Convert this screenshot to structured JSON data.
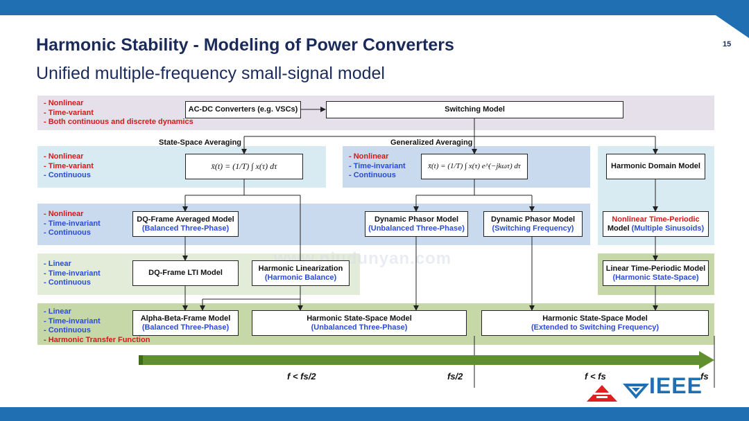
{
  "slide": {
    "title": "Harmonic Stability - Modeling of Power Converters",
    "subtitle": "Unified multiple-frequency small-signal model",
    "page_number": "15",
    "watermark": "www.niudunyan.com",
    "logo_text": "IEEE"
  },
  "colors": {
    "band_row1": "#e6e0ea",
    "band_row2": "#d8eaf2",
    "band_row3": "#c9d9ee",
    "band_row4": "#e3ecd8",
    "band_row5": "#c7d8a8",
    "arrow_green": "#5f8f2f",
    "red_text": "#d21a1a",
    "blue_text": "#2a4bd7",
    "title": "#1a2a5a"
  },
  "rows": {
    "row1": [
      "- Nonlinear",
      "- Time-variant",
      "- Both continuous and discrete dynamics"
    ],
    "row2_left": [
      "- Nonlinear",
      "- Time-variant",
      "- Continuous"
    ],
    "row2_mid": [
      "- Nonlinear",
      "- Time-invariant",
      "- Continuous"
    ],
    "row3": [
      "- Nonlinear",
      "- Time-invariant",
      "- Continuous"
    ],
    "row4": [
      "- Linear",
      "- Time-invariant",
      "- Continuous"
    ],
    "row5": [
      "- Linear",
      "- Time-invariant",
      "- Continuous",
      "- Harmonic Transfer Function"
    ]
  },
  "headers": {
    "state_space_averaging": "State-Space Averaging",
    "generalized_averaging": "Generalized Averaging"
  },
  "boxes": {
    "acdc": "AC-DC Converters (e.g. VSCs)",
    "switching": "Switching Model",
    "eq_ssa": "x̄(t) = (1/T) ∫ x(τ) dτ",
    "eq_ga": "x̄(t) = (1/T) ∫ x(τ) e^(−jkωτ) dτ",
    "harmonic_domain": "Harmonic Domain Model",
    "dq_avg": {
      "line1": "DQ-Frame Averaged Model",
      "line2": "(Balanced Three-Phase)"
    },
    "dp_unbal": {
      "line1": "Dynamic Phasor Model",
      "line2": "(Unbalanced Three-Phase)"
    },
    "dp_sw": {
      "line1": "Dynamic Phasor Model",
      "line2": "(Switching Frequency)"
    },
    "nltp": {
      "line1": "Nonlinear Time-Periodic",
      "line2a": "Model ",
      "line2b": "(Multiple Sinusoids)"
    },
    "dq_lti": "DQ-Frame LTI Model",
    "harm_lin": {
      "line1": "Harmonic Linearization",
      "line2": "(Harmonic Balance)"
    },
    "ltp": {
      "line1": "Linear Time-Periodic Model",
      "line2": "(Harmonic State-Space)"
    },
    "abf": {
      "line1": "Alpha-Beta-Frame Model",
      "line2": "(Balanced Three-Phase)"
    },
    "hss_unbal": {
      "line1": "Harmonic State-Space Model",
      "line2": "(Unbalanced Three-Phase)"
    },
    "hss_ext": {
      "line1": "Harmonic State-Space Model",
      "line2": "(Extended to Switching Frequency)"
    }
  },
  "freq_axis": {
    "f1": "f < fs/2",
    "f2": "fs/2",
    "f3": "f < fs",
    "f4": "fs"
  }
}
